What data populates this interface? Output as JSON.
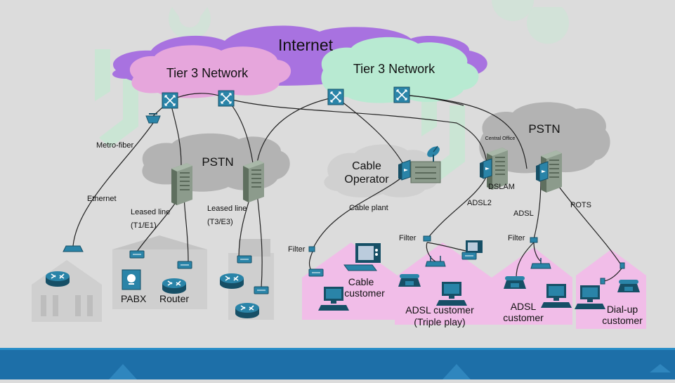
{
  "colors": {
    "background": "#dcdcdc",
    "internet_cloud": "#a872e0",
    "tier3_left_cloud": "#e6a6dc",
    "tier3_right_cloud": "#b8ead2",
    "pstn_cloud": "#b3b3b3",
    "customer_house": "#f1bde8",
    "device_blue": "#1f6f8f",
    "footer_bar": "#1d6fa8",
    "watermark": "#c5e8d2"
  },
  "clouds": {
    "internet": "Internet",
    "tier3_left": "Tier 3 Network",
    "tier3_right": "Tier 3 Network",
    "pstn_left": "PSTN",
    "pstn_right": "PSTN",
    "cable_operator_line1": "Cable",
    "cable_operator_line2": "Operator",
    "central_office": "Central Office"
  },
  "link_labels": {
    "metro_fiber": "Metro-fiber",
    "ethernet": "Ethernet",
    "leased_line_1_line1": "Leased line",
    "leased_line_1_line2": "(T1/E1)",
    "leased_line_2_line1": "Leased line",
    "leased_line_2_line2": "(T3/E3)",
    "cable_plant": "Cable plant",
    "adsl2": "ADSL2",
    "adsl": "ADSL",
    "pots": "POTS",
    "dslam": "DSLAM",
    "filter_cable": "Filter",
    "filter_adsl2": "Filter",
    "filter_adsl": "Filter"
  },
  "customers": {
    "pabx": "PABX",
    "router": "Router",
    "cable_line1": "Cable",
    "cable_line2": "customer",
    "adsl_triple_line1": "ADSL customer",
    "adsl_triple_line2": "(Triple play)",
    "adsl_line1": "ADSL",
    "adsl_line2": "customer",
    "dialup_line1": "Dial-up",
    "dialup_line2": "customer"
  },
  "icons": {
    "router": "router-icon",
    "switch": "switch-icon",
    "modem": "modem-icon",
    "phone": "phone-icon",
    "computer": "computer-icon",
    "tv": "tv-icon",
    "satellite": "satellite-dish-icon",
    "building": "building-icon"
  }
}
